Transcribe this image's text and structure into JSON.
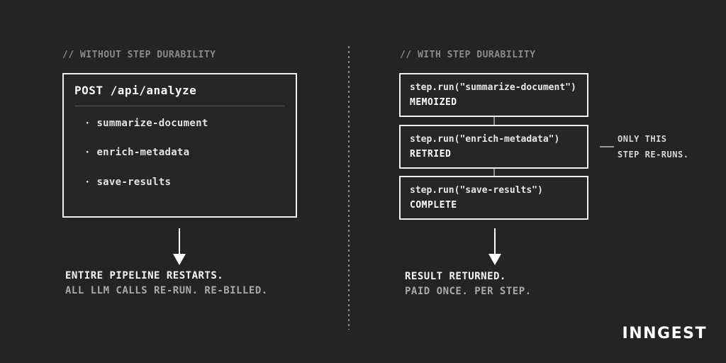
{
  "colors": {
    "background": "#242424",
    "box_border": "#f0f0f0",
    "muted_gray": "#8a8a8a",
    "primary_text": "#f5f5f5",
    "secondary_text": "#a9a9a9"
  },
  "left": {
    "header": "// WITHOUT STEP DURABILITY",
    "box": {
      "title": "POST /api/analyze",
      "items": [
        "· summarize-document",
        "· enrich-metadata",
        "· save-results"
      ]
    },
    "arrow_icon": "down-arrow",
    "result_line1": "ENTIRE PIPELINE RESTARTS.",
    "result_line2": "ALL LLM CALLS RE-RUN. RE-BILLED."
  },
  "right": {
    "header": "// WITH STEP DURABILITY",
    "steps": [
      {
        "code": "step.run(\"summarize-document\")",
        "status": "MEMOIZED"
      },
      {
        "code": "step.run(\"enrich-metadata\")",
        "status": "RETRIED"
      },
      {
        "code": "step.run(\"save-results\")",
        "status": "COMPLETE"
      }
    ],
    "annotation_line1": "ONLY THIS",
    "annotation_line2": "STEP RE-RUNS.",
    "arrow_icon": "down-arrow",
    "result_line1": "RESULT RETURNED.",
    "result_line2": "PAID ONCE. PER STEP."
  },
  "footer": {
    "logo": "INNGEST"
  }
}
